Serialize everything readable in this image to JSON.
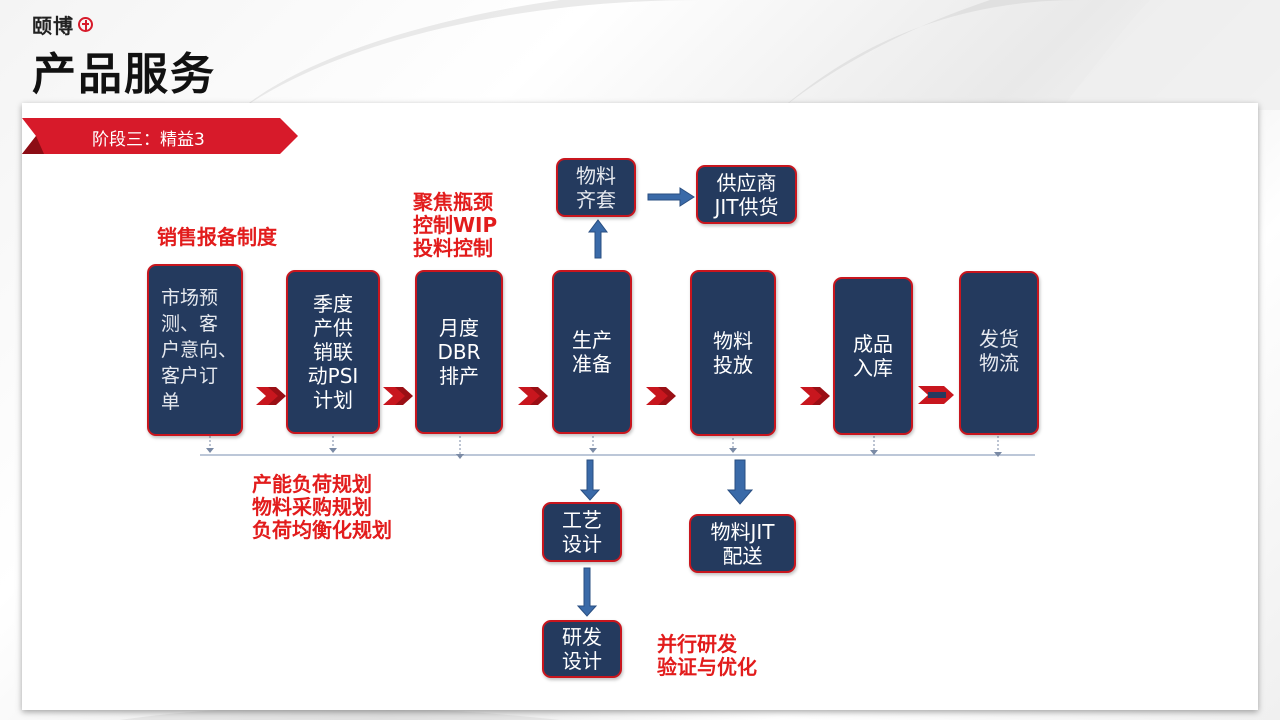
{
  "header": {
    "brand": "颐博",
    "title": "产品服务"
  },
  "stage_label": "阶段三：精益3",
  "colors": {
    "box_fill": "#243a5e",
    "box_border": "#c8161e",
    "note_text": "#e21c1c",
    "arrow_blue": "#3a6aa8"
  },
  "process": [
    {
      "id": "p1",
      "text": "市场预\n测、客\n户意向、\n客户订\n单"
    },
    {
      "id": "p2",
      "text": "季度\n产供\n销联\n动PSI\n计划"
    },
    {
      "id": "p3",
      "text": "月度\nDBR\n排产"
    },
    {
      "id": "p4",
      "text": "生产\n准备"
    },
    {
      "id": "p5",
      "text": "物料\n投放"
    },
    {
      "id": "p6",
      "text": "成品\n入库"
    },
    {
      "id": "p7",
      "text": "发货\n物流"
    }
  ],
  "sub_boxes": {
    "material_kit": "物料\n齐套",
    "supplier_jit": "供应商\nJIT供货",
    "process_design": "工艺\n设计",
    "rd_design": "研发\n设计",
    "material_jit": "物料JIT\n配送"
  },
  "notes": {
    "sales": "销售报备制度",
    "bottleneck": "聚焦瓶颈\n控制WIP\n投料控制",
    "planning": "产能负荷规划\n物料采购规划\n负荷均衡化规划",
    "parallel": "并行研发\n验证与优化"
  }
}
